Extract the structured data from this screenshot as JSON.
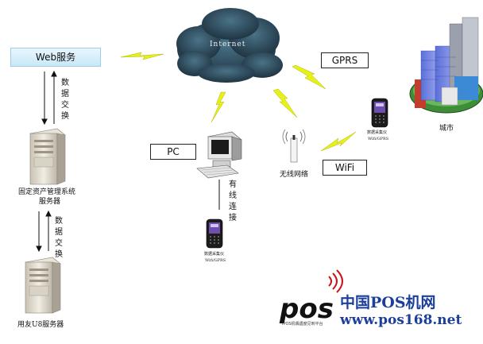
{
  "nodes": {
    "web_service": "Web服务",
    "data_exchange_1": "数据交换",
    "asset_server_line1": "固定资产管理系统",
    "asset_server_line2": "服务器",
    "data_exchange_2": "数据交换",
    "u8_server": "用友U8服务器",
    "internet": "Internet",
    "pc": "PC",
    "wired": "有线连接",
    "collector_pc_line1": "数据采集仪",
    "collector_pc_line2": "Wifi/GPRS",
    "gprs": "GPRS",
    "collector_right_line1": "数据采集仪",
    "collector_right_line2": "Wifi/GPRS",
    "city": "城市",
    "wireless_network": "无线网络",
    "wifi": "WiFi"
  },
  "logo": {
    "mark": "pos",
    "subtitle": "IPOS机偶遇度见到平台",
    "cn_name": "中国POS机网",
    "url": "www.pos168.net"
  },
  "colors": {
    "lightning": "#e6f01a",
    "logo_blue": "#1b3f9a",
    "cloud": "#2d4f63",
    "web_box": "#c9e8f8"
  }
}
